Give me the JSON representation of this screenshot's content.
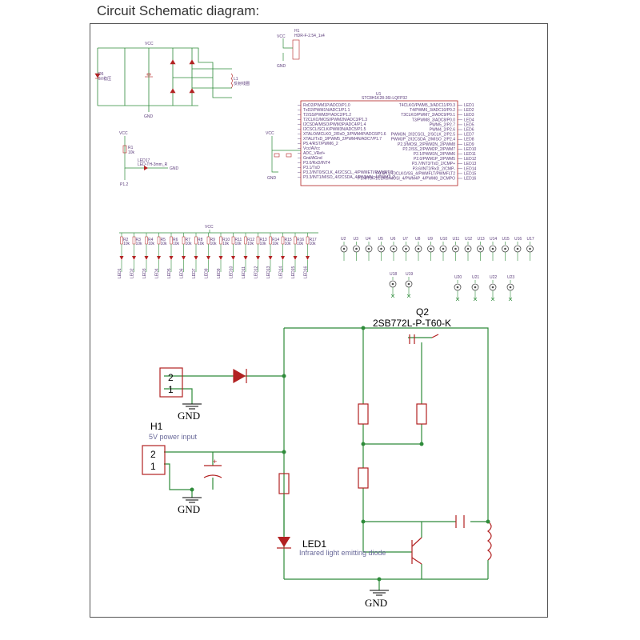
{
  "page": {
    "title": "Circuit Schematic diagram:"
  },
  "colors": {
    "wire": "#2e8b3a",
    "component": "#b22222",
    "text": "#000000",
    "pin": "#4a2a6a",
    "frame": "#555555"
  },
  "top_schematic": {
    "vcc_labels": [
      "VCC",
      "VCC",
      "VCC",
      "VCC"
    ],
    "gnd_labels": [
      "GND",
      "GND",
      "GND",
      "GND"
    ],
    "header_ref": "H1",
    "header_part": "HDR-F-2.54_1x4",
    "d5_ref": "D5",
    "d5_value": "5V稳压",
    "coil_ref": "L1",
    "coil_value": "反射线圈",
    "r1_ref": "R1",
    "r1_value": "10k",
    "led17_ref": "LED17",
    "led17_value": "LED-TH-3mm_R",
    "p12_label": "P1.2",
    "mcu_ref": "U1",
    "mcu_part": "STC8H1K28-36I-LQFP32",
    "mcu_left_pins": [
      "RxD2/PWM1P/ADC0/P1.0",
      "TxD2/PWM1N/ADC1/P1.1",
      "T2/SS/PWM2P/ADC2/P1.2",
      "T2CLKO/MOSI/PWM2N/ADC3/P1.3",
      "I2CSDA/MISO/PWM3P/ADC4/P1.4",
      "I2CSCL/SCLK/PWM3N/ADC5/P1.5",
      "XTALO/MCLKO_2/RxD_3/PWM4P/ADC6/P1.6",
      "XTALI/TxD_3/PWM5_2/PWM4N/ADC7/P1.7",
      "P5.4/RST/PWM6_2",
      "Vcc/AVcc",
      "ADC_VRef+",
      "Gnd/AGnd",
      "P3.0/RxD/INT4",
      "P3.1/TxD",
      "P3.2/INT0/SCLK_4/I2CSCL_4/PWMETI/PWMETI2",
      "P3.3/INT1/MISO_4/I2CSDA_4/PWM4N_4/PWM7_2"
    ],
    "mcu_right_pins": [
      "T4CLKO/PWM5_3/ADC11/P0.3",
      "T4/PWM6_3/ADC10/P0.2",
      "T3CLKO/PWM7_3/ADC9/P0.1",
      "T3/PWM8_3/ADC8/P0.0",
      "PWM5_2/P2.7",
      "PWM4_2/P2.6",
      "PWM3N_2/I2CSCL_2/SCLK_2/P2.5",
      "PWM3P_2/I2CSDA_2/MISO_2/P2.4",
      "P2.3/MOSI_2/PWM2N_2/PWM8",
      "P2.2/SS_2/PWM2P_2/PWM7",
      "P2.1/PWM1N_2/PWM6",
      "P2.0/PWM1P_2/PWM5",
      "P3.7/INT3/TxD_2/CMP+",
      "P3.6/INT2/RxD_2/CMP-",
      "P3.5/T1/T0CLKO/SS_4/PWMFLT/PWMFLT2",
      "P3.4/T0/T1CLKO/MOSI_4/PWM4P_4/PWM8_2/CMPO"
    ],
    "led_net_labels": [
      "LED1",
      "LED2",
      "LED3",
      "LED4",
      "LED5",
      "LED6",
      "LED7",
      "LED8",
      "LED9",
      "LED10",
      "LED11",
      "LED12",
      "LED13",
      "LED14",
      "LED15",
      "LED16"
    ],
    "resistor_refs": [
      "R2",
      "R3",
      "R4",
      "R5",
      "R6",
      "R7",
      "R8",
      "R9",
      "R10",
      "R11",
      "R12",
      "R13",
      "R14",
      "R15",
      "R16",
      "R17"
    ],
    "resistor_value": "10k",
    "sensor_refs_row1": [
      "U2",
      "U3",
      "U4",
      "U5",
      "U6",
      "U7",
      "U8",
      "U9",
      "U10",
      "U11",
      "U12",
      "U13",
      "U14",
      "U15",
      "U16",
      "U17"
    ],
    "sensor_refs_row2": [
      "U18",
      "U19"
    ],
    "sensor_refs_row3": [
      "U20",
      "U21",
      "U22",
      "U23"
    ]
  },
  "bottom_schematic": {
    "q2_ref": "Q2",
    "q2_part": "2SB772L-P-T60-K",
    "h1_ref": "H1",
    "h1_desc": "5V power input",
    "led1_ref": "LED1",
    "led1_desc": "Infrared light emitting diode",
    "connector_pins": [
      "2",
      "1"
    ],
    "gnd_label": "GND",
    "cap_polarity": "+"
  }
}
